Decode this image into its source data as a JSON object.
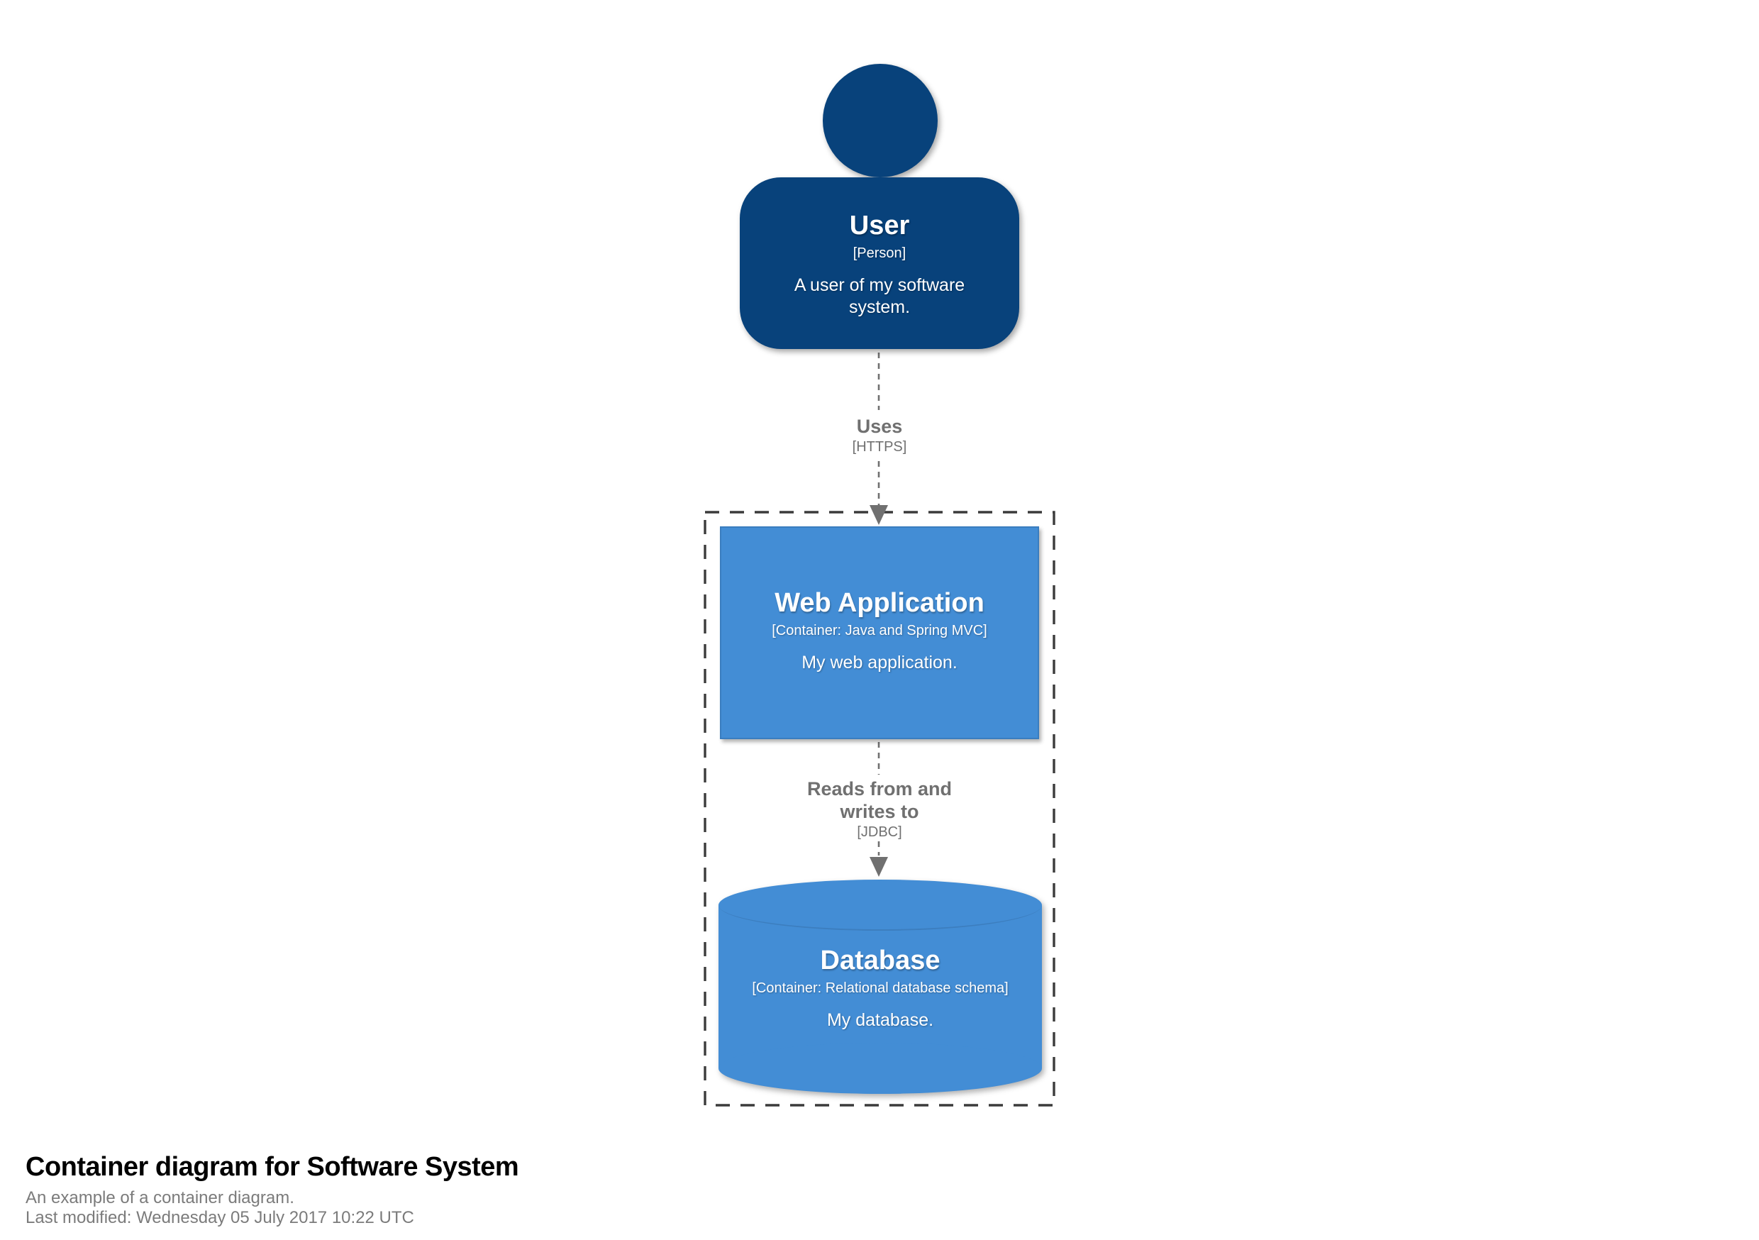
{
  "colors": {
    "person_bg": "#08427B",
    "container_bg": "#438DD5",
    "container_border": "#3A7DBF",
    "relationship": "#707070",
    "boundary": "#3B3B3B",
    "title": "#000000",
    "subtitle": "#7B7B7B",
    "canvas": "#FFFFFF"
  },
  "diagram": {
    "person": {
      "name": "User",
      "meta": "[Person]",
      "description": "A user of my software system."
    },
    "relationships": [
      {
        "label": "Uses",
        "meta": "[HTTPS]"
      },
      {
        "label": "Reads from and writes to",
        "meta": "[JDBC]"
      }
    ],
    "containers": [
      {
        "name": "Web Application",
        "meta": "[Container: Java and Spring MVC]",
        "description": "My web application.",
        "shape": "box"
      },
      {
        "name": "Database",
        "meta": "[Container: Relational database schema]",
        "description": "My database.",
        "shape": "cylinder"
      }
    ],
    "boundary": {
      "represents": "Software System"
    }
  },
  "footer": {
    "title": "Container diagram for Software System",
    "subtitle": "An example of a container diagram.",
    "last_modified": "Last modified: Wednesday 05 July 2017 10:22 UTC"
  }
}
